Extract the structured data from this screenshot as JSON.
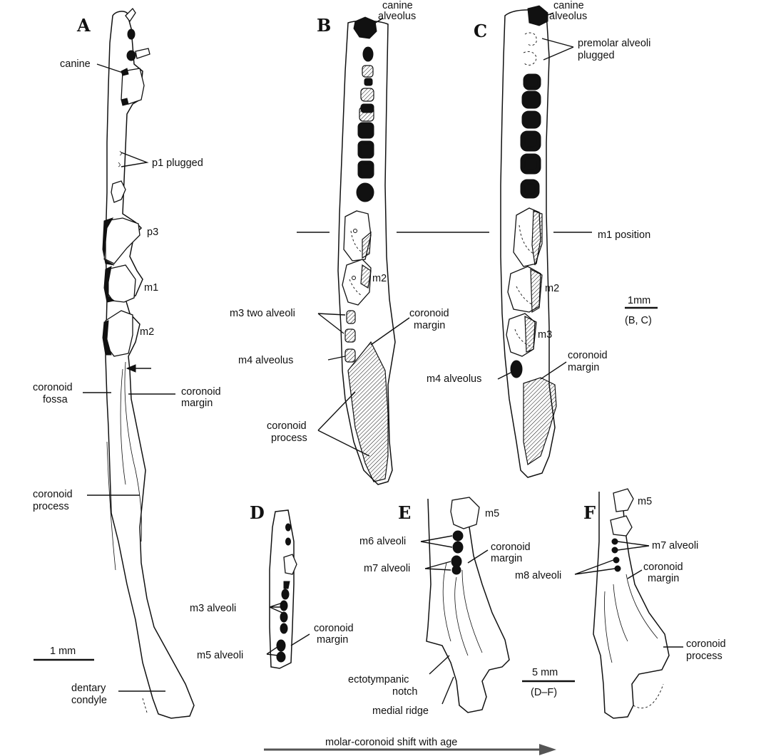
{
  "panels": {
    "A": {
      "letter": "A",
      "labels": {
        "canine": "canine",
        "p1": "p1 plugged",
        "p3": "p3",
        "m1": "m1",
        "m2": "m2",
        "fossa1": "coronoid",
        "fossa2": "fossa",
        "margin1": "coronoid",
        "margin2": "margin",
        "process1": "coronoid",
        "process2": "process",
        "condyle1": "dentary",
        "condyle2": "condyle"
      },
      "scale": "1 mm"
    },
    "B": {
      "letter": "B",
      "labels": {
        "canine1": "canine",
        "canine2": "alveolus",
        "m2": "m2",
        "m3": "m3 two alveoli",
        "m4": "m4 alveolus",
        "margin1": "coronoid",
        "margin2": "margin",
        "process1": "coronoid",
        "process2": "process"
      }
    },
    "C": {
      "letter": "C",
      "labels": {
        "canine1": "canine",
        "canine2": "alveolus",
        "premolar1": "premolar alveoli",
        "premolar2": "plugged",
        "m1pos": "m1 position",
        "m2": "m2",
        "m3": "m3",
        "m4": "m4 alveolus",
        "margin1": "coronoid",
        "margin2": "margin"
      },
      "scale1": "1mm",
      "scale2": "(B, C)"
    },
    "D": {
      "letter": "D",
      "labels": {
        "m3": "m3 alveoli",
        "m5": "m5 alveoli",
        "margin1": "coronoid",
        "margin2": "margin"
      }
    },
    "E": {
      "letter": "E",
      "labels": {
        "m5": "m5",
        "m6": "m6 alveoli",
        "m7": "m7 alveoli",
        "margin1": "coronoid",
        "margin2": "margin",
        "notch1": "ectotympanic",
        "notch2": "notch",
        "ridge": "medial ridge"
      },
      "scale1": "5 mm",
      "scale2": "(D–F)"
    },
    "F": {
      "letter": "F",
      "labels": {
        "m5": "m5",
        "m7": "m7 alveoli",
        "m8": "m8 alveoli",
        "margin1": "coronoid",
        "margin2": "margin",
        "process1": "coronoid",
        "process2": "process"
      }
    }
  },
  "footer": {
    "arrow_label": "molar-coronoid shift with age"
  }
}
